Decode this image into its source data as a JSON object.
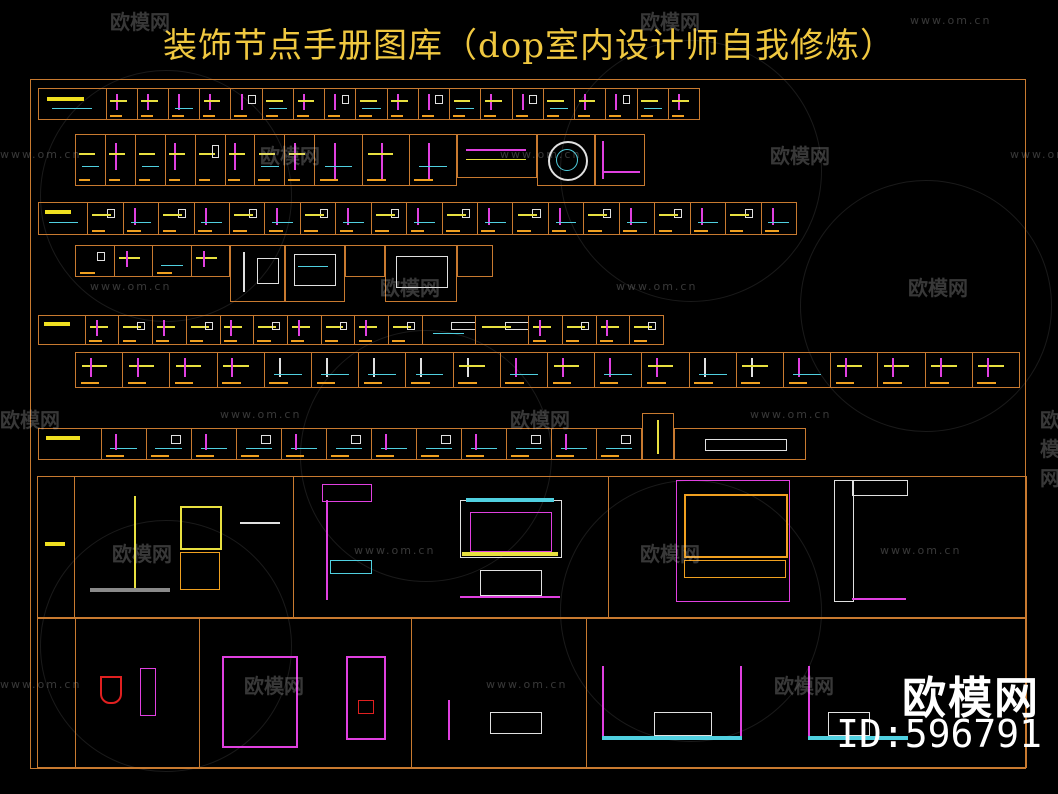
{
  "title": "装饰节点手册图库（dop室内设计师自我修炼）",
  "watermark": {
    "site": "www.om.cn",
    "brand": "欧模网"
  },
  "logo": {
    "brand": "欧模网",
    "id": "ID:596791"
  },
  "colors": {
    "background": "#000000",
    "frame": "#c87a30",
    "title": "#f0c840",
    "yellow": "#e8e040",
    "magenta": "#e040e0",
    "cyan": "#50d0e0"
  }
}
